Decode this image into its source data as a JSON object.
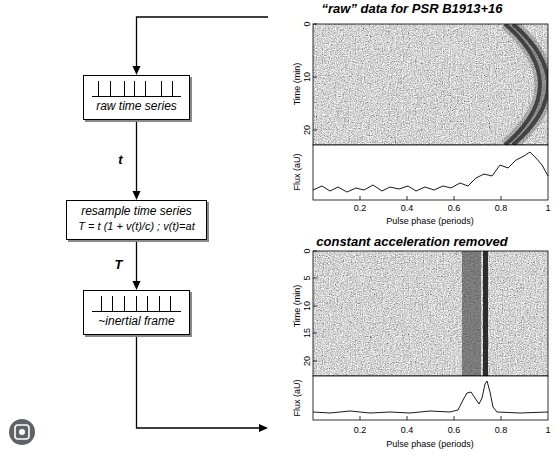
{
  "diagram": {
    "nodes": [
      {
        "text": [
          "raw time series"
        ]
      },
      {
        "text": [
          "resample time series",
          "T = t (1 + v(t)/c) ; v(t)=at"
        ]
      },
      {
        "text": [
          "~inertial frame"
        ]
      },
      {
        "text": [
          "“raw” data for PSR B1913+16"
        ]
      },
      {
        "text": [
          "constant acceleration removed"
        ]
      }
    ],
    "edges": [
      {
        "from": 3,
        "to": 0,
        "arrow": "to"
      },
      {
        "from": 0,
        "to": 1,
        "label": "t",
        "arrow": "to"
      },
      {
        "from": 1,
        "to": 2,
        "label": "T",
        "arrow": "to"
      },
      {
        "from": 2,
        "to": 4,
        "arrow": "to"
      }
    ],
    "labels": [
      "Time (min)",
      "0",
      "10",
      "20",
      "Flux (aU)",
      "0.2",
      "0.4",
      "0.6",
      "0.8",
      "1",
      "Pulse phase (periods)",
      "Time (min)",
      "0",
      "5",
      "10",
      "15",
      "20",
      "Flux (aU)",
      "0.2",
      "0.4",
      "0.6",
      "0.8",
      "1",
      "Pulse phase (periods)"
    ]
  }
}
